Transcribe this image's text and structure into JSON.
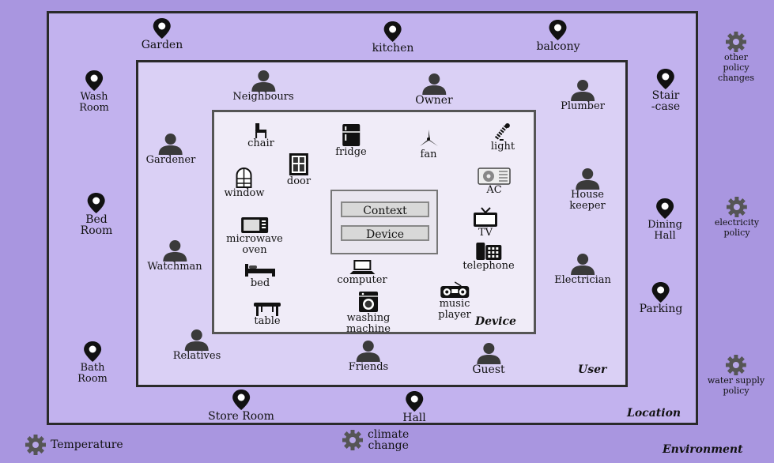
{
  "layers": {
    "environment": "Environment",
    "location": "Location",
    "user": "User",
    "device": "Device"
  },
  "context_box": {
    "context": "Context",
    "device": "Device"
  },
  "locations": [
    "Garden",
    "kitchen",
    "balcony",
    "Wash\nRoom",
    "Stair\n-case",
    "Bed\nRoom",
    "Dining\nHall",
    "Bath\nRoom",
    "Parking",
    "Store Room",
    "Hall"
  ],
  "policies": [
    "other\npolicy\nchanges",
    "electricity\npolicy",
    "water supply\npolicy"
  ],
  "environment_items": [
    "Temperature",
    "climate\nchange"
  ],
  "users": [
    "Neighbours",
    "Owner",
    "Plumber",
    "Gardener",
    "House\nkeeper",
    "Watchman",
    "Electrician",
    "Relatives",
    "Friends",
    "Guest"
  ],
  "devices": [
    "chair",
    "fridge",
    "fan",
    "light",
    "door",
    "window",
    "AC",
    "TV",
    "microwave\noven",
    "telephone",
    "bed",
    "computer",
    "music\nplayer",
    "table",
    "washing\nmachine"
  ]
}
